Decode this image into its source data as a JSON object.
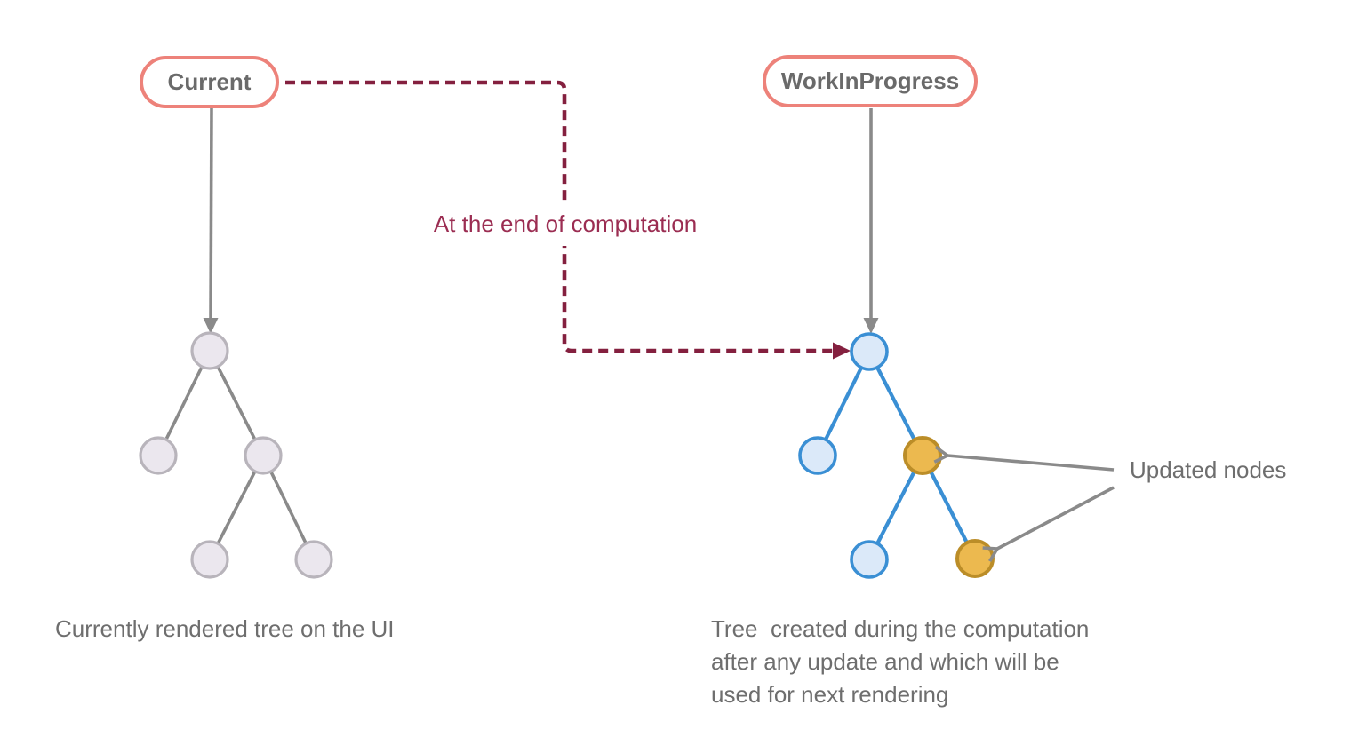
{
  "labels": {
    "current_pill": "Current",
    "wip_pill": "WorkInProgress",
    "annotation": "At the end of computation",
    "updated_nodes": "Updated nodes",
    "caption_left": "Currently rendered tree on the UI",
    "caption_right": "Tree  created during the computation\nafter any update and which will be\nused for next rendering"
  },
  "colors": {
    "pill-border": "#ed827a",
    "pill-text": "#6a6a6a",
    "caption-gray": "#6e6e6e",
    "maroon-line": "#84203f",
    "maroon-text": "#9b2d52",
    "edge-gray": "#8a8a8a",
    "edge-blue": "#3a8fd4",
    "node-gray-fill": "#ebe7ee",
    "node-gray-border": "#b8b4bb",
    "node-blue-fill": "#dbe9f9",
    "node-blue-border": "#3a8fd4",
    "node-orange-fill": "#ecb94f",
    "node-orange-border": "#bb8d28"
  },
  "trees": {
    "current": {
      "node_states": [
        "default",
        "default",
        "default",
        "default",
        "default"
      ]
    },
    "work_in_progress": {
      "node_states": [
        "new",
        "new",
        "updated",
        "new",
        "updated"
      ]
    }
  }
}
